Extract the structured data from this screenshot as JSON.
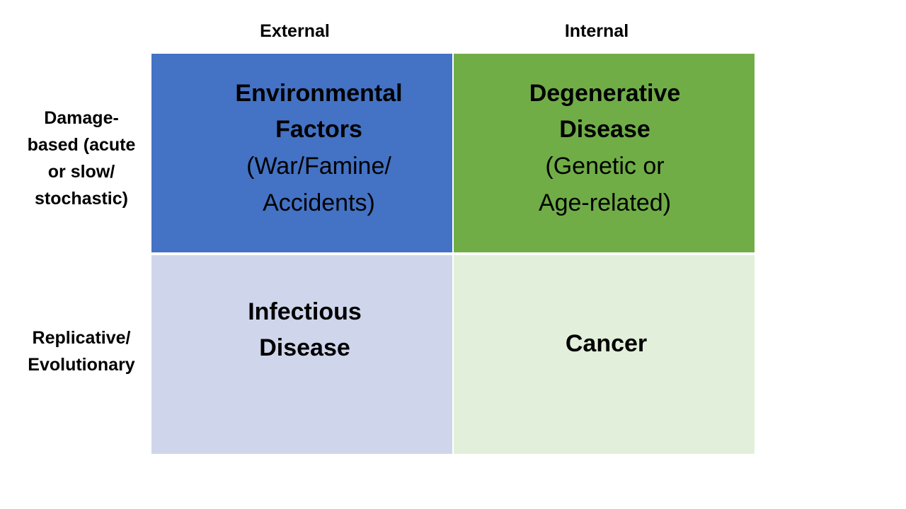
{
  "columns": {
    "external": "External",
    "internal": "Internal"
  },
  "rows": {
    "damage": "Damage-\nbased (acute\nor slow/\nstochastic)",
    "replicative": "Replicative/\nEvolutionary"
  },
  "cells": {
    "environmental": {
      "title": "Environmental\nFactors",
      "subtitle": "(War/Famine/\nAccidents)",
      "color": "#4472c4"
    },
    "degenerative": {
      "title": "Degenerative\nDisease",
      "subtitle": "(Genetic or\nAge-related)",
      "color": "#70ad47"
    },
    "infectious": {
      "title": "Infectious\nDisease",
      "color": "#cfd5ea"
    },
    "cancer": {
      "title": "Cancer",
      "color": "#e2efda"
    }
  }
}
